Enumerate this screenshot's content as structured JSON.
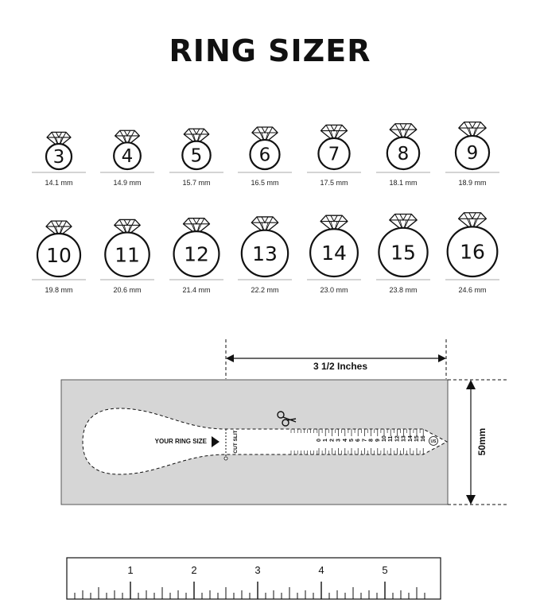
{
  "title": "RING SIZER",
  "rings": [
    {
      "size": "3",
      "mm": "14.1 mm"
    },
    {
      "size": "4",
      "mm": "14.9 mm"
    },
    {
      "size": "5",
      "mm": "15.7 mm"
    },
    {
      "size": "6",
      "mm": "16.5 mm"
    },
    {
      "size": "7",
      "mm": "17.5 mm"
    },
    {
      "size": "8",
      "mm": "18.1 mm"
    },
    {
      "size": "9",
      "mm": "18.9 mm"
    },
    {
      "size": "10",
      "mm": "19.8 mm"
    },
    {
      "size": "11",
      "mm": "20.6 mm"
    },
    {
      "size": "12",
      "mm": "21.4 mm"
    },
    {
      "size": "13",
      "mm": "22.2 mm"
    },
    {
      "size": "14",
      "mm": "23.0 mm"
    },
    {
      "size": "15",
      "mm": "23.8 mm"
    },
    {
      "size": "16",
      "mm": "24.6 mm"
    }
  ],
  "sizer": {
    "width_label": "3 1/2 Inches",
    "height_label": "50mm",
    "your_ring_size_label": "YOUR RING SIZE",
    "cut_slit_label": "CUT SLIT",
    "us_label": "US",
    "scale_numbers": [
      "0",
      "1",
      "2",
      "3",
      "4",
      "5",
      "6",
      "7",
      "8",
      "9",
      "10",
      "11",
      "12",
      "13",
      "14",
      "15",
      "16"
    ]
  },
  "ruler": {
    "numbers": [
      "1",
      "2",
      "3",
      "4",
      "5"
    ]
  },
  "colors": {
    "panel": "#d6d6d6",
    "ink": "#111111"
  }
}
